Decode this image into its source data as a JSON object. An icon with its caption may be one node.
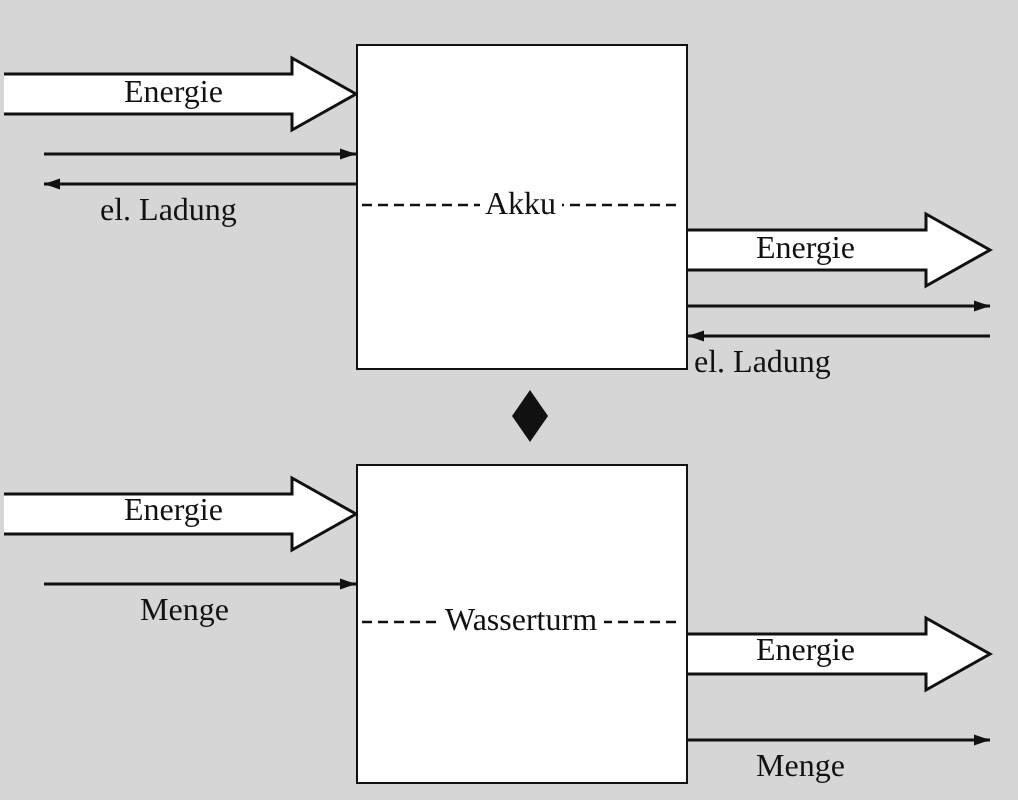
{
  "diagram": {
    "nodes": [
      {
        "text": [
          "Akku"
        ]
      },
      {
        "text": [],
        "shape": "diamond"
      },
      {
        "text": [
          "Wasserturm"
        ]
      }
    ],
    "edges": [
      {
        "from": null,
        "to": 0,
        "arrow": "to",
        "label": "Energie",
        "style": "thick"
      },
      {
        "from": null,
        "to": 0,
        "arrow": "to"
      },
      {
        "from": 0,
        "to": null,
        "arrow": "to",
        "label": "el. Ladung"
      },
      {
        "from": 0,
        "to": null,
        "arrow": "to",
        "label": "Energie",
        "style": "thick"
      },
      {
        "from": 0,
        "to": null,
        "arrow": "to"
      },
      {
        "from": null,
        "to": 0,
        "arrow": "to",
        "label": "el. Ladung"
      },
      {
        "from": null,
        "to": 2,
        "arrow": "to",
        "label": "Energie",
        "style": "thick"
      },
      {
        "from": null,
        "to": 2,
        "arrow": "to",
        "label": "Menge"
      },
      {
        "from": 2,
        "to": null,
        "arrow": "to",
        "label": "Energie",
        "style": "thick"
      },
      {
        "from": 2,
        "to": null,
        "arrow": "to",
        "label": "Menge"
      }
    ]
  }
}
